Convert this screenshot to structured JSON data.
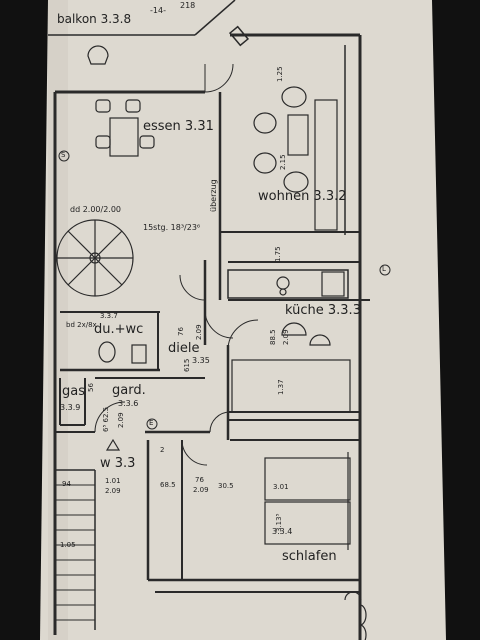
{
  "colors": {
    "paper": "#ddd9d0",
    "ink": "#2a2a2a",
    "background": "#111111"
  },
  "rooms": {
    "balkon": "balkon 3.3.8",
    "essen": "essen 3.31",
    "wohnen": "wohnen 3.3.2",
    "kueche": "küche 3.3.3",
    "du_wc": "du.+wc",
    "du_wc_num": "3.3.7",
    "diele": "diele",
    "diele_num": "3.35",
    "gas": "gas",
    "gas_num": "3.3.9",
    "gard": "gard.",
    "gard_num": "3.3.6",
    "w": "w 3.3",
    "schlafen": "schlafen",
    "schlafen_num": "3.3.4"
  },
  "annotations": {
    "stair_spec": "15stg. 18³/23⁶",
    "dd": "dd 2.00/2.00",
    "ueberzug": "überzug",
    "top_dim_a": "-14-",
    "top_dim_b": "218",
    "dim_125": "1.25",
    "dim_215": "2.15",
    "dim_175": "1.75",
    "dim_bad": "bd 2x/8x",
    "dim_76_a": "76",
    "dim_209_a": "2.09",
    "dim_615": "615",
    "dim_885": "88.5",
    "dim_209_b": "2.09",
    "dim_137": "1.37",
    "dim_56": "56",
    "dim_mid": "6⁵ 62.5",
    "dim_209_c": "2.09",
    "dim_101": "1.01",
    "dim_209_d": "2.09",
    "dim_685": "68.5",
    "dim_76_b": "76",
    "dim_209_e": "2.09",
    "dim_30": "30.5",
    "dim_301": "3.01",
    "dim_3135": "3.13⁵",
    "dim_94": "94",
    "dim_105": "1.05",
    "symbol_s": "S",
    "symbol_e": "E",
    "symbol_l": "L",
    "symbol_2": "2"
  }
}
